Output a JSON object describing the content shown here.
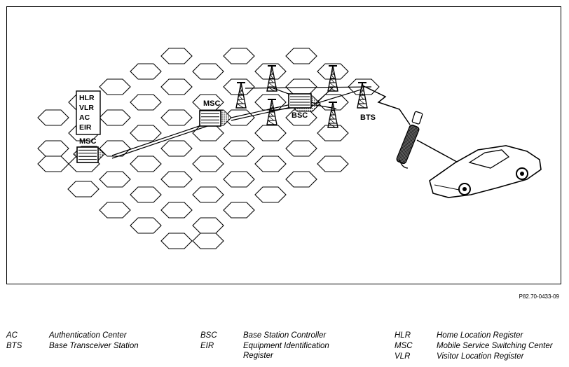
{
  "diagram": {
    "stack_labels": [
      "HLR",
      "VLR",
      "AC",
      "EIR"
    ],
    "node_labels": {
      "msc_left": "MSC",
      "msc_center": "MSC",
      "bsc": "BSC",
      "bts": "BTS"
    }
  },
  "figure_code": "P82.70-0433-09",
  "legend": [
    {
      "abbr": "AC",
      "definition": "Authentication Center"
    },
    {
      "abbr": "BTS",
      "definition": "Base Transceiver Station"
    },
    {
      "abbr": "BSC",
      "definition": "Base Station Controller"
    },
    {
      "abbr": "EIR",
      "definition": "Equipment Identification Register"
    },
    {
      "abbr": "HLR",
      "definition": "Home Location Register"
    },
    {
      "abbr": "MSC",
      "definition": "Mobile Service Switching Center"
    },
    {
      "abbr": "VLR",
      "definition": "Visitor Location Register"
    }
  ]
}
